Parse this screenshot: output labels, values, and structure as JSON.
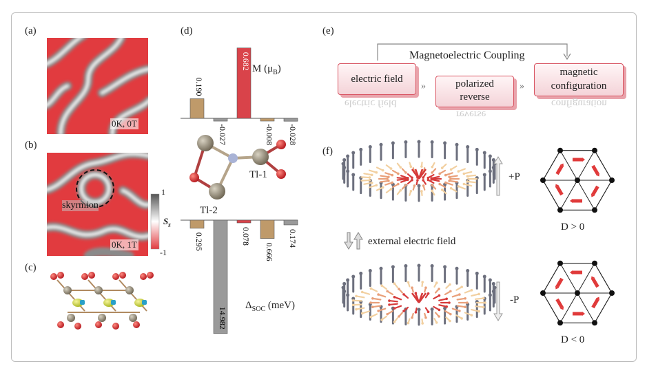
{
  "panels": {
    "a": {
      "label": "(a)",
      "caption": "0K, 0T"
    },
    "b": {
      "label": "(b)",
      "caption": "0K, 1T",
      "annotation": "skyrmion"
    },
    "c": {
      "label": "(c)"
    },
    "d": {
      "label": "(d)"
    },
    "e": {
      "label": "(e)"
    },
    "f": {
      "label": "(f)"
    }
  },
  "colorbar": {
    "max": "1",
    "min": "-1",
    "label": "S",
    "label_sub": "z"
  },
  "chart_data": [
    {
      "type": "bar",
      "title": "M (μB)",
      "title_main": "M (μ",
      "title_sub": "B",
      "title_close": ")",
      "categories": [
        "",
        "",
        "",
        "",
        "",
        ""
      ],
      "values": [
        0.19,
        -0.027,
        0.682,
        -0.008,
        -0.028
      ],
      "labels": [
        "0.190",
        "-0.027",
        "0.682",
        "-0.008",
        "-0.028"
      ],
      "colors": [
        "#bf9a6a",
        "#9a9a9a",
        "#d9434a",
        "#bf9a6a",
        "#9a9a9a"
      ]
    },
    {
      "type": "bar",
      "title": "ΔSOC (meV)",
      "title_main": "Δ",
      "title_sub": "SOC",
      "title_close": " (meV)",
      "values": [
        0.295,
        14.982,
        0.078,
        0.666,
        0.174
      ],
      "labels": [
        "0.295",
        "14.982",
        "0.078",
        "0.666",
        "0.174"
      ],
      "colors": [
        "#bf9a6a",
        "#9a9a9a",
        "#d9434a",
        "#bf9a6a",
        "#9a9a9a"
      ]
    }
  ],
  "molecule": {
    "atom_labels": [
      "Tl-1",
      "Tl-2"
    ]
  },
  "coupling": {
    "title": "Magnetoelectric Coupling",
    "box1": "electric field",
    "box2": [
      "polarized",
      "reverse"
    ],
    "box3": [
      "magnetic",
      "configuration"
    ],
    "reflect1": "electric field",
    "reflect2": "reverse",
    "reflect3": "configuration"
  },
  "field": {
    "plus_p": "+P",
    "minus_p": "-P",
    "external": "external electric field",
    "d_pos": "D > 0",
    "d_neg": "D < 0"
  }
}
